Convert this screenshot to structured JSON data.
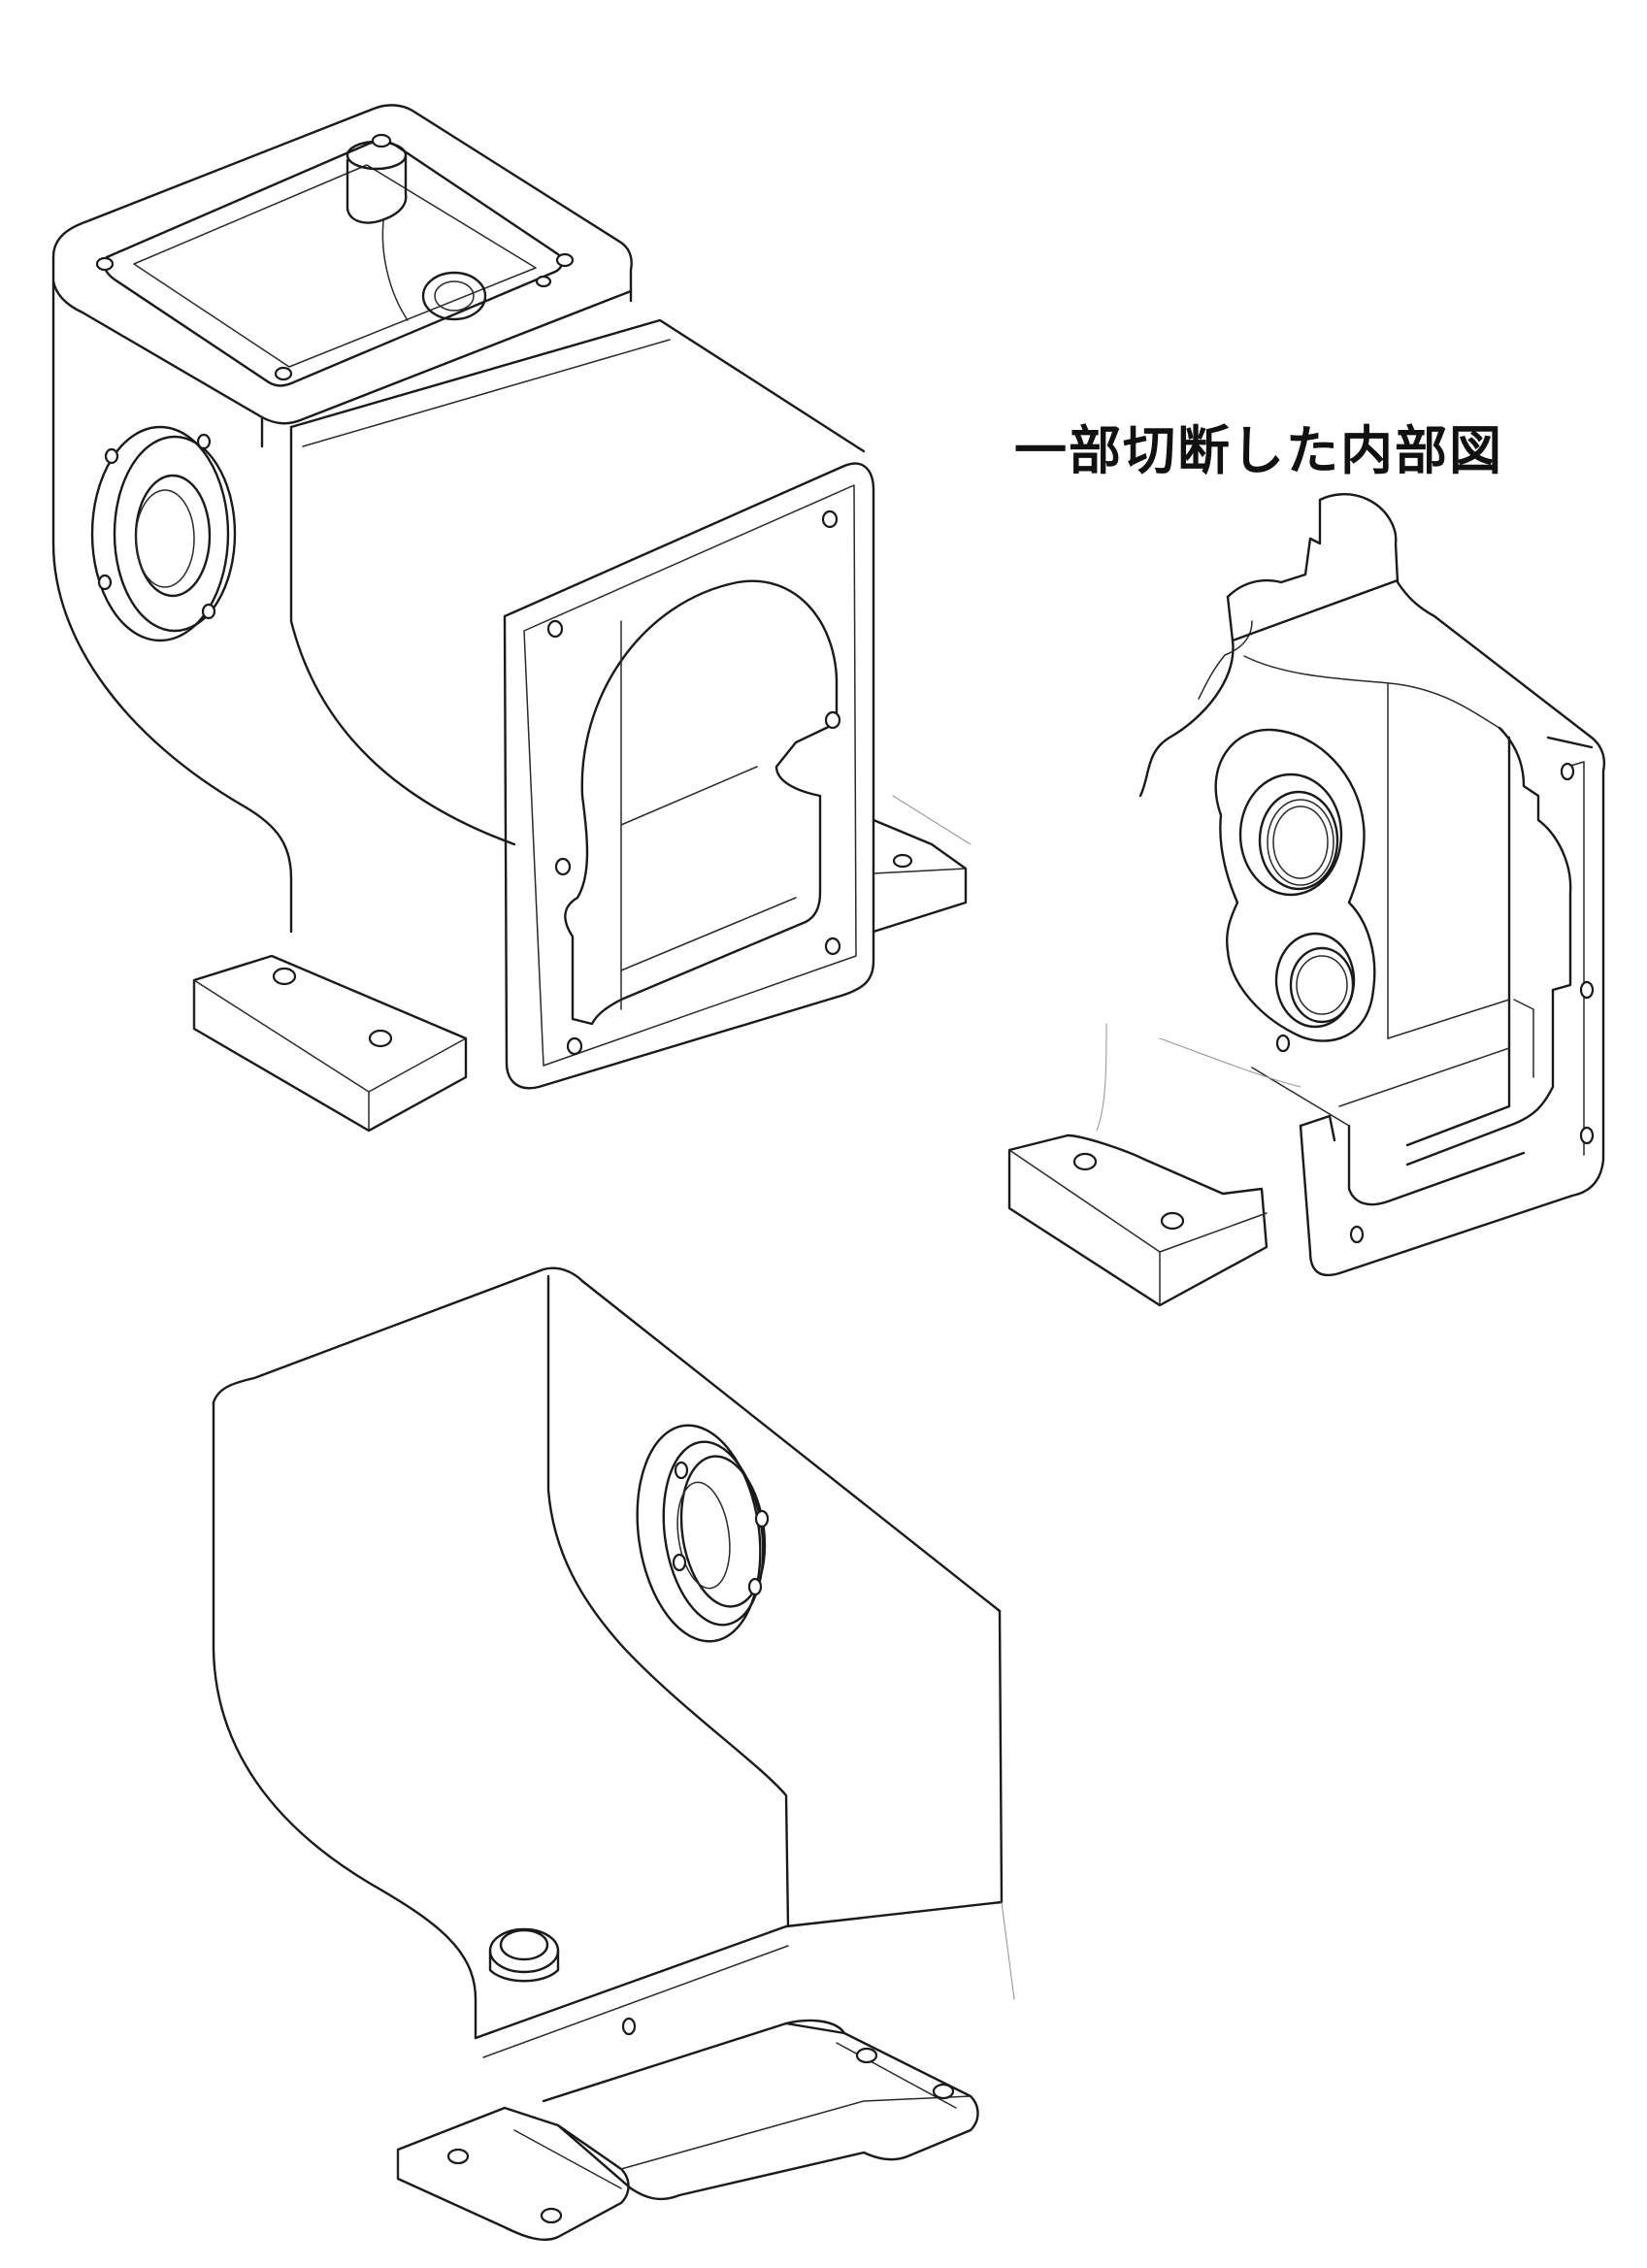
{
  "figure": {
    "caption": "一部切断した内部図",
    "ink_color": "#1a1a1a",
    "background_color": "#ffffff"
  },
  "views": [
    {
      "id": "gearbox-front-view",
      "icon": "gearbox-housing-open-top-icon"
    },
    {
      "id": "gearbox-cutaway-view",
      "icon": "gearbox-housing-cutaway-icon"
    },
    {
      "id": "gearbox-rear-view",
      "icon": "gearbox-housing-rear-icon"
    }
  ]
}
